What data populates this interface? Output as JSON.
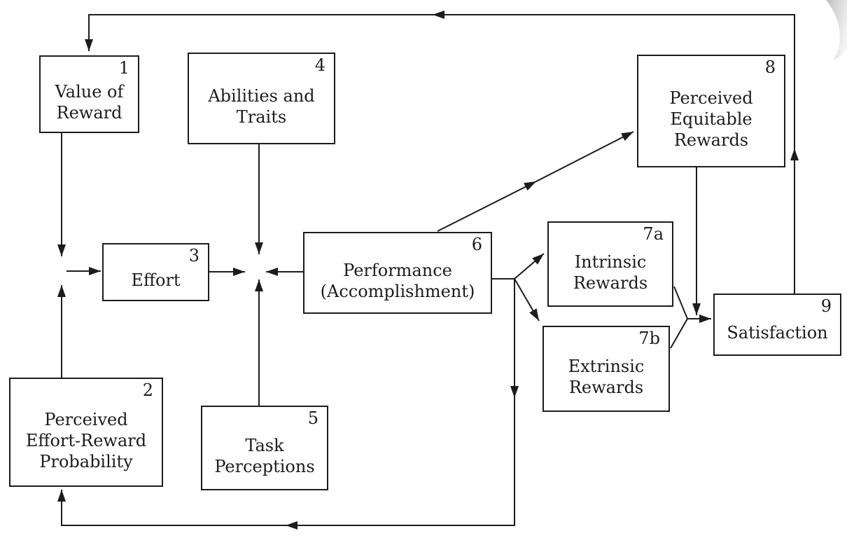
{
  "diagram": {
    "description": "Flow model of motivation with numbered boxes and feedback loops",
    "background_color": "#ffffff",
    "line_color": "#1c1c1c",
    "text_color": "#1c1c1c",
    "corner_decoration_color": "#c9c9c9",
    "nodes": [
      {
        "number": "1",
        "label": "Value of\nReward"
      },
      {
        "number": "2",
        "label": "Perceived\nEffort-Reward\nProbability"
      },
      {
        "number": "3",
        "label": "Effort"
      },
      {
        "number": "4",
        "label": "Abilities and\nTraits"
      },
      {
        "number": "5",
        "label": "Task\nPerceptions"
      },
      {
        "number": "6",
        "label": "Performance\n(Accomplishment)"
      },
      {
        "number": "7a",
        "label": "Intrinsic\nRewards"
      },
      {
        "number": "7b",
        "label": "Extrinsic\nRewards"
      },
      {
        "number": "8",
        "label": "Perceived\nEquitable\nRewards"
      },
      {
        "number": "9",
        "label": "Satisfaction"
      }
    ],
    "edges": [
      {
        "from": "9",
        "to": "1",
        "route": "top feedback loop"
      },
      {
        "from": "1",
        "to": "3",
        "route": "via left junction"
      },
      {
        "from": "2",
        "to": "3",
        "route": "via left junction"
      },
      {
        "from": "3",
        "to": "effort-performance junction"
      },
      {
        "from": "4",
        "to": "effort-performance junction"
      },
      {
        "from": "5",
        "to": "effort-performance junction"
      },
      {
        "from": "6",
        "to": "effort-performance junction"
      },
      {
        "from": "6",
        "to": "8",
        "route": "diagonal"
      },
      {
        "from": "6",
        "to": "7a"
      },
      {
        "from": "6",
        "to": "7b"
      },
      {
        "from": "6",
        "to": "2",
        "route": "bottom feedback loop"
      },
      {
        "from": "8",
        "to": "rewards-satisfaction link"
      },
      {
        "from": "7a",
        "to": "9",
        "route": "chevron"
      },
      {
        "from": "7b",
        "to": "9",
        "route": "chevron"
      }
    ]
  }
}
